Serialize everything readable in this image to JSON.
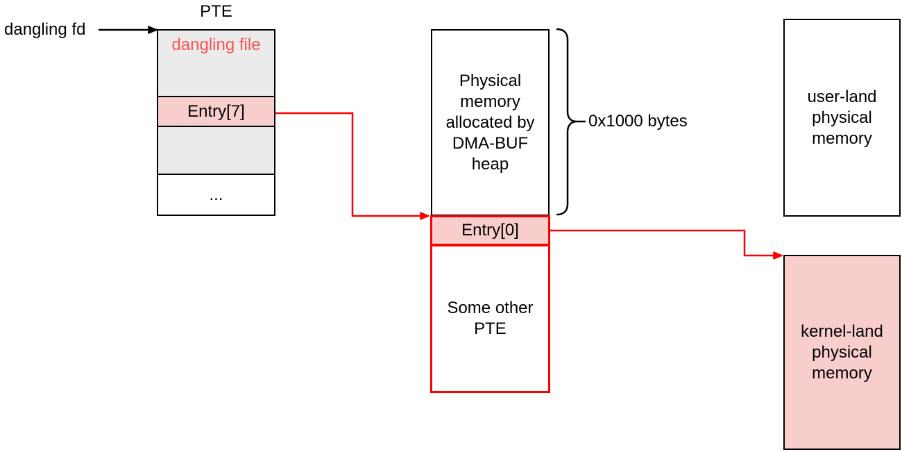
{
  "diagram": {
    "dangling_fd": "dangling fd",
    "pte": {
      "title": "PTE",
      "dangling_file": "dangling file",
      "entry7": "Entry[7]",
      "ellipsis": "..."
    },
    "dma_buf_box": {
      "lines": [
        "Physical",
        "memory",
        "allocated by",
        "DMA-BUF",
        "heap"
      ]
    },
    "size_annotation": "0x1000 bytes",
    "entry0": "Entry[0]",
    "some_other_pte": {
      "lines": [
        "Some other",
        "PTE"
      ]
    },
    "user_land": {
      "lines": [
        "user-land",
        "physical",
        "memory"
      ]
    },
    "kernel_land": {
      "lines": [
        "kernel-land",
        "physical",
        "memory"
      ]
    },
    "colors": {
      "highlight_fill": "#f8cecc",
      "gray_fill": "#ebebeb",
      "arrow_red": "#ff0000",
      "danger_text_red": "#fb5252",
      "line_black": "#000000"
    }
  }
}
